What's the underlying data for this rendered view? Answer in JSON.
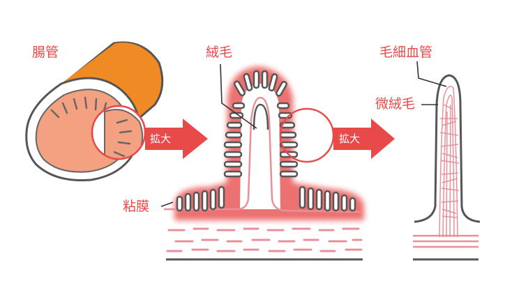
{
  "labels": {
    "intestine": "腸管",
    "villi": "絨毛",
    "capillary": "毛細血管",
    "microvilli": "微絨毛",
    "mucosa": "粘膜"
  },
  "arrows": {
    "enlarge_1": "拡大",
    "enlarge_2": "拡大"
  },
  "colors": {
    "accent_red": "#e84a4a",
    "tube_orange": "#f08a24",
    "tube_inner": "#f4a182",
    "outline": "#555555",
    "pink_line": "#e8909a"
  }
}
